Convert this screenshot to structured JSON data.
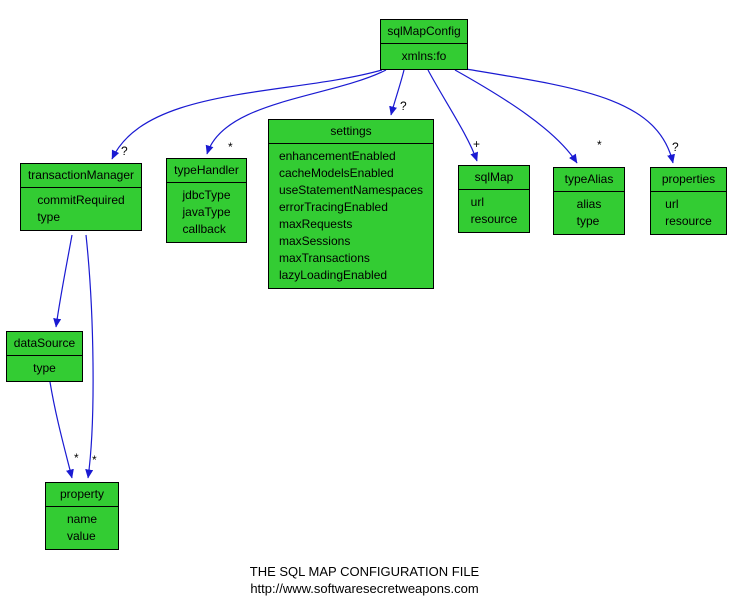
{
  "diagram": {
    "nodes": {
      "sqlMapConfig": {
        "title": "sqlMapConfig",
        "attrs": [
          "xmlns:fo"
        ]
      },
      "transactionManager": {
        "title": "transactionManager",
        "attrs": [
          "commitRequired",
          "type"
        ]
      },
      "typeHandler": {
        "title": "typeHandler",
        "attrs": [
          "jdbcType",
          "javaType",
          "callback"
        ]
      },
      "settings": {
        "title": "settings",
        "attrs": [
          "enhancementEnabled",
          "cacheModelsEnabled",
          "useStatementNamespaces",
          "errorTracingEnabled",
          "maxRequests",
          "maxSessions",
          "maxTransactions",
          "lazyLoadingEnabled"
        ]
      },
      "sqlMap": {
        "title": "sqlMap",
        "attrs": [
          "url",
          "resource"
        ]
      },
      "typeAlias": {
        "title": "typeAlias",
        "attrs": [
          "alias",
          "type"
        ]
      },
      "properties": {
        "title": "properties",
        "attrs": [
          "url",
          "resource"
        ]
      },
      "dataSource": {
        "title": "dataSource",
        "attrs": [
          "type"
        ]
      },
      "property": {
        "title": "property",
        "attrs": [
          "name",
          "value"
        ]
      }
    },
    "edge_labels": {
      "to_transactionManager": "?",
      "to_typeHandler": "*",
      "to_settings": "?",
      "to_sqlMap": "+",
      "to_typeAlias": "*",
      "to_properties": "?",
      "tm_to_property": "*",
      "ds_to_property": "*"
    },
    "colors": {
      "node_fill": "#33CC33",
      "node_border": "#000000",
      "edge": "#1A1AD2",
      "text": "#000000"
    },
    "caption": {
      "line1": "THE SQL MAP CONFIGURATION FILE",
      "line2": "http://www.softwaresecretweapons.com"
    }
  }
}
